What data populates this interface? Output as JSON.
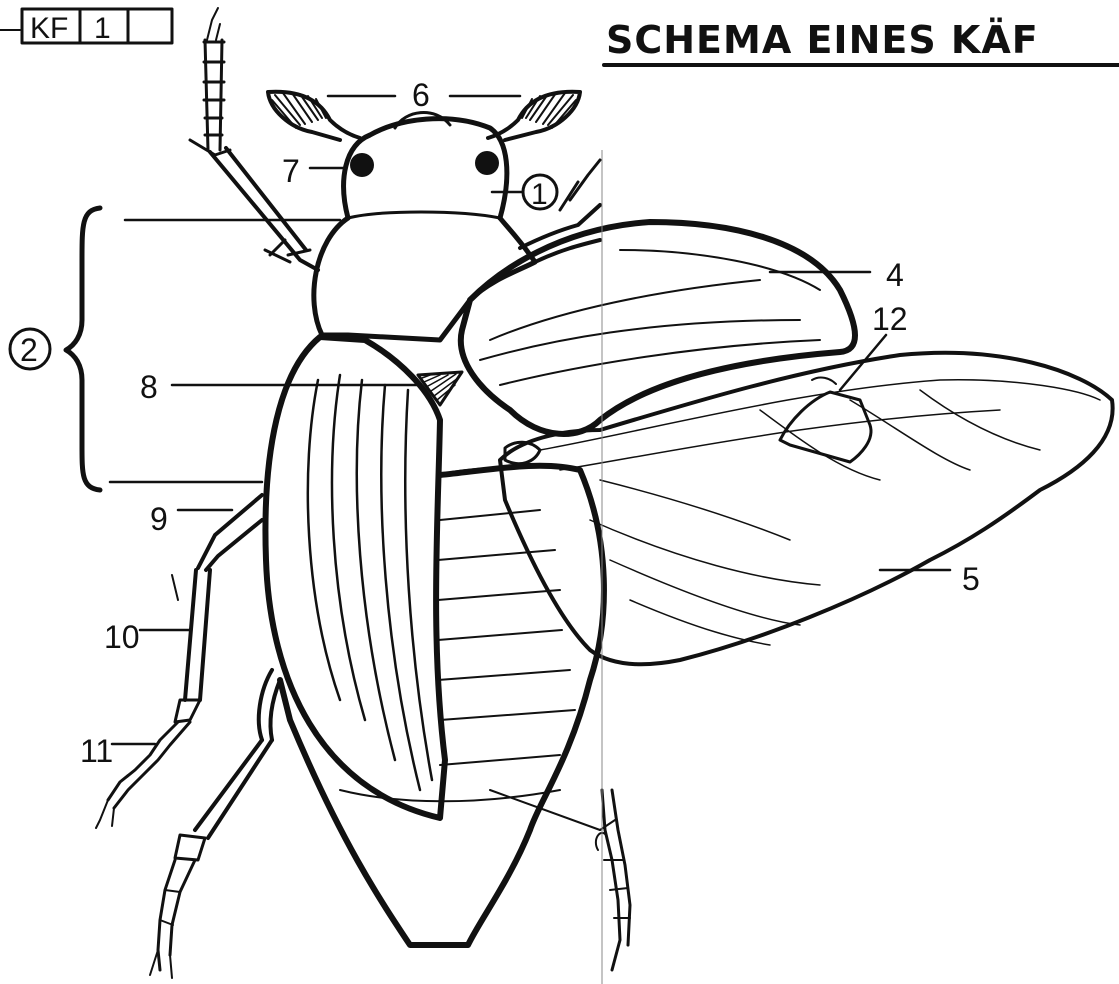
{
  "sheet_code": [
    "KF",
    "1",
    ""
  ],
  "title": "SCHEMA EINES KÄF",
  "labels": {
    "l1": "1",
    "l2": "2",
    "l4": "4",
    "l5": "5",
    "l6": "6",
    "l7": "7",
    "l8": "8",
    "l9": "9",
    "l10": "10",
    "l11": "11",
    "l12": "12"
  }
}
